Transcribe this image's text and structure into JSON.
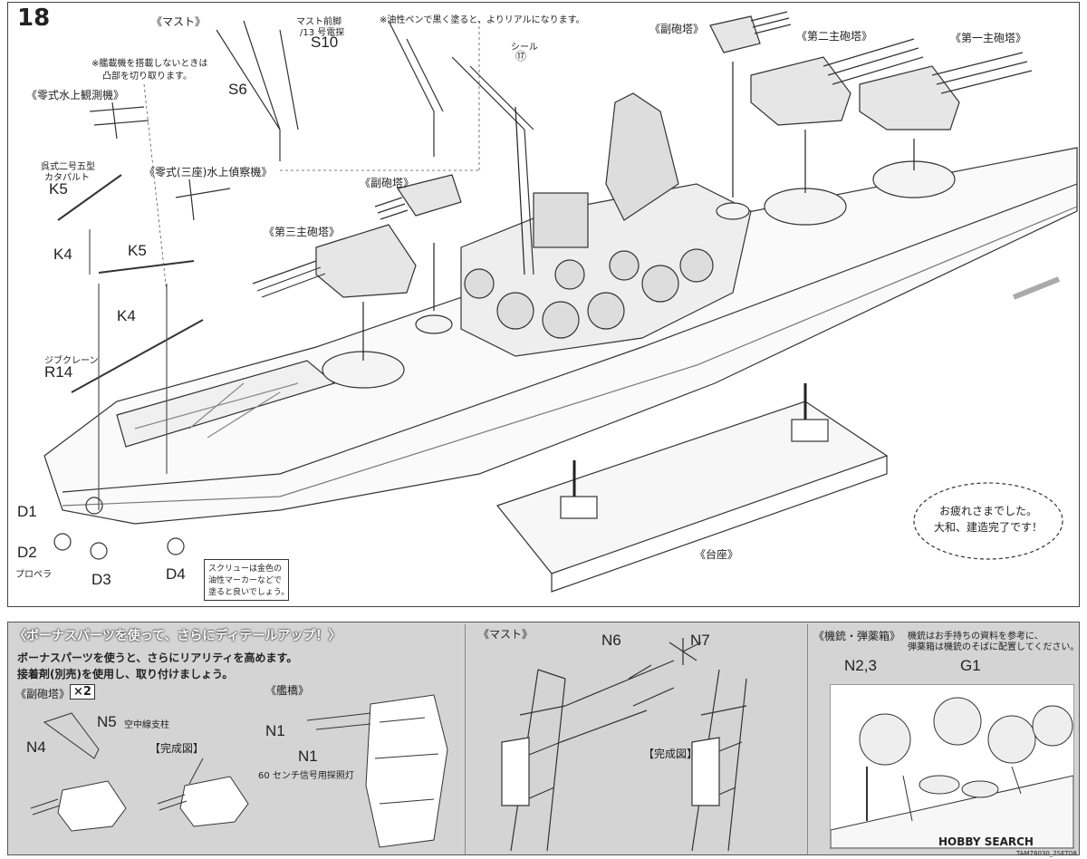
{
  "step_number": "18",
  "top": {
    "labels": {
      "mast": "《マスト》",
      "mast_front_leg": "マスト前脚",
      "radar": "/13 号電探",
      "s10": "S10",
      "s6": "S6",
      "oil_pen_note": "※油性ペンで黒く塗ると、よりリアルになります。",
      "seal": "シール",
      "seal_num": "⑰",
      "sub_turret_a": "《副砲塔》",
      "main_turret_2": "《第二主砲塔》",
      "main_turret_1": "《第一主砲塔》",
      "no_aircraft_note_1": "※艦載機を搭載しないときは",
      "no_aircraft_note_2": "凸部を切り取ります。",
      "zero_obs": "《零式水上観測機》",
      "catapult_1": "呉式二号五型",
      "catapult_2": "カタパルト",
      "k5a": "K5",
      "zero_recon": "《零式(三座)水上偵察機》",
      "sub_turret_b": "《副砲塔》",
      "k4a": "K4",
      "k5b": "K5",
      "main_turret_3": "《第三主砲塔》",
      "k4b": "K4",
      "jib_crane": "ジブクレーン",
      "r14": "R14",
      "d1": "D1",
      "d2": "D2",
      "propeller": "プロペラ",
      "d3": "D3",
      "d4": "D4",
      "screw_note_1": "スクリューは金色の",
      "screw_note_2": "油性マーカーなどで",
      "screw_note_3": "塗ると良いでしょう。",
      "stand": "《台座》",
      "bubble_1": "お疲れさまでした。",
      "bubble_2": "大和、建造完了です！"
    }
  },
  "bottom": {
    "title": "〈ボーナスパーツを使って、さらにディテールアップ！〉",
    "desc_1": "ボーナスパーツを使うと、さらにリアリティを高めます。",
    "desc_2": "接着剤(別売)を使用し、取り付けましょう。",
    "sub_turret": "《副砲塔》",
    "x2": "×2",
    "n5": "N5",
    "n5_note": "空中線支柱",
    "n4": "N4",
    "complete_a": "【完成図】",
    "bridge": "《艦橋》",
    "n1a": "N1",
    "n1b": "N1",
    "searchlight": "60 センチ信号用探照灯",
    "mast": "《マスト》",
    "n6": "N6",
    "n7": "N7",
    "complete_b": "【完成図】",
    "mg": "《機銃・弾薬箱》",
    "mg_note_1": "機銃はお手持ちの資料を参考に、",
    "mg_note_2": "弾薬箱は機銃のそばに配置してください。",
    "n23": "N2,3",
    "g1": "G1"
  },
  "watermark": {
    "brand": "HOBBY SEARCH",
    "code": "TAM78030_2SET08"
  }
}
